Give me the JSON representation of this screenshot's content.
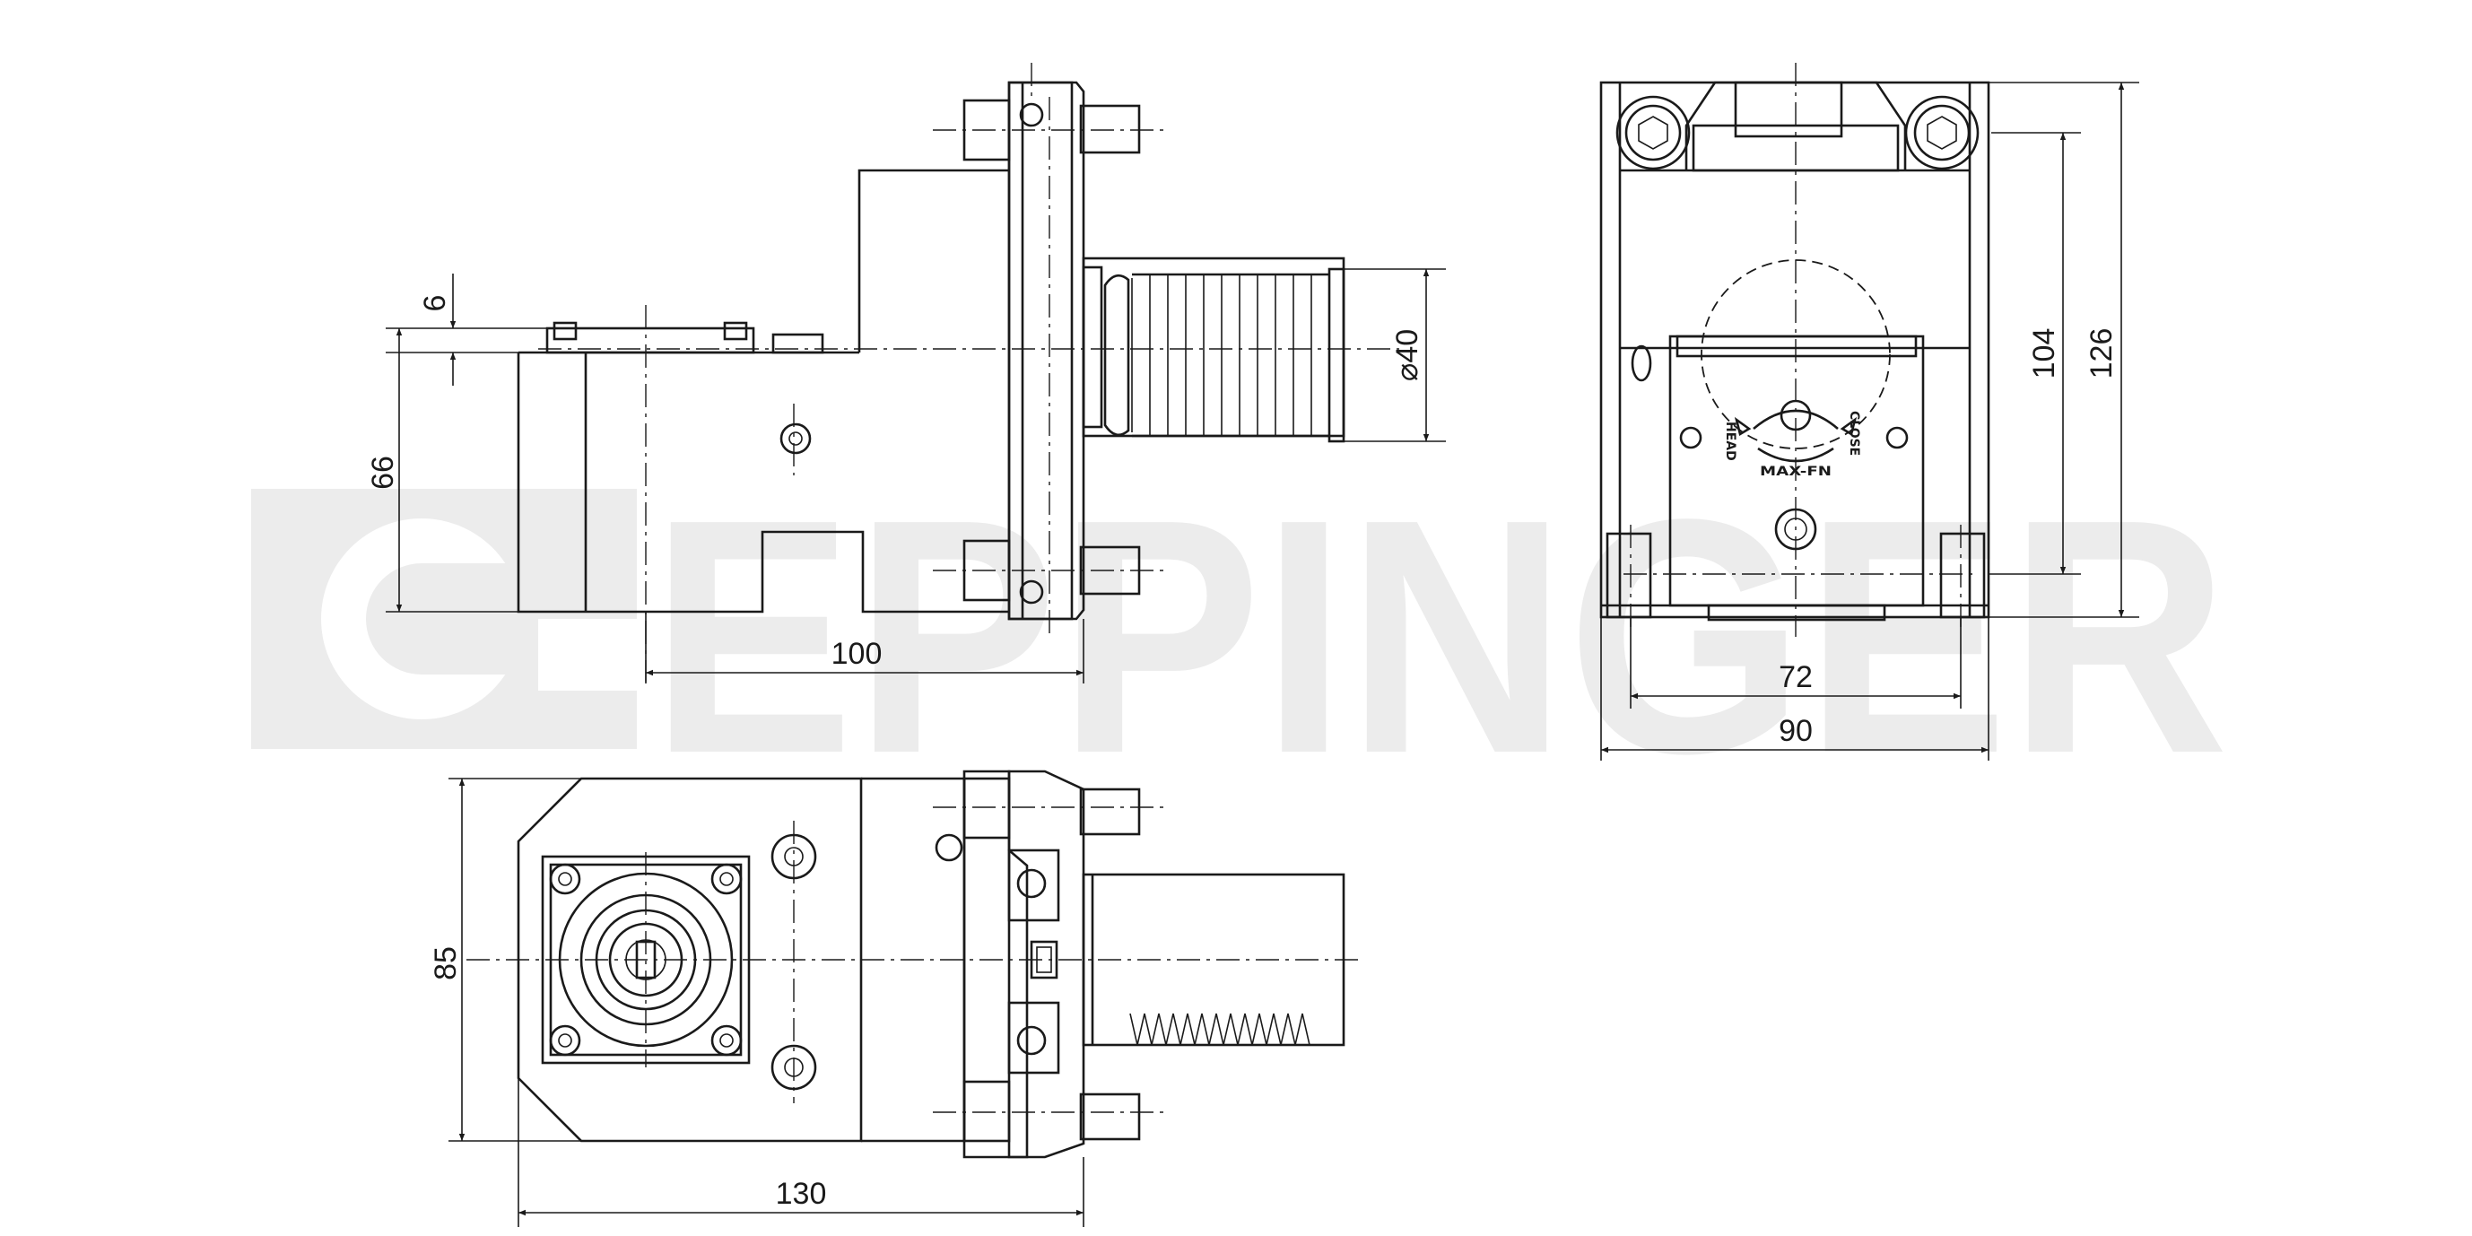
{
  "watermark": {
    "brand": "EPPINGER"
  },
  "dimensions": {
    "side_top_offset": "6",
    "side_height": "66",
    "side_length": "100",
    "shank_diameter": "⌀40",
    "end_inner_height": "104",
    "end_overall_height": "126",
    "end_inner_width": "72",
    "end_overall_width": "90",
    "top_width": "85",
    "top_length": "130"
  },
  "end_view_labels": {
    "left_mark": "HEAD",
    "right_mark": "CLOSE",
    "bottom_mark": "MAX-FN"
  },
  "colors": {
    "line": "#1a1a1a",
    "watermark": "#ececec",
    "background": "#ffffff"
  }
}
